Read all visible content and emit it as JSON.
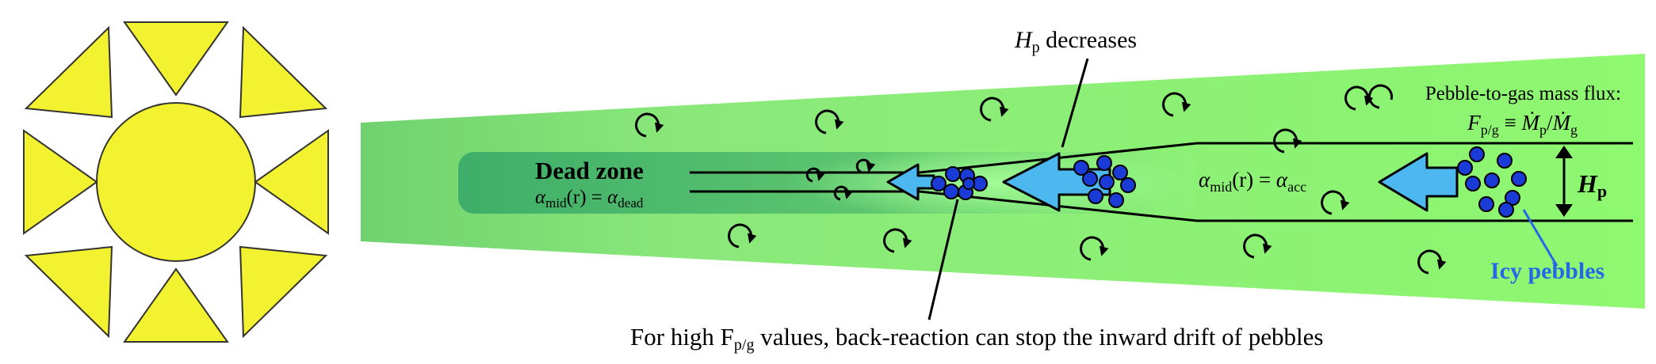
{
  "colors": {
    "sun": "#f2f230",
    "disk_light": "#8cf56d",
    "disk_dark": "#6dd46d",
    "dead_zone": "#3fae6a",
    "pebble": "#1a3bd6",
    "arrow": "#4db8f0",
    "label_blue": "#2468e8"
  },
  "labels": {
    "hp_decreases_main": "H",
    "hp_decreases_sub": "p",
    "hp_decreases_rest": " decreases",
    "flux_title": "Pebble-to-gas mass flux:",
    "flux_F": "F",
    "flux_F_sub": "p/g",
    "flux_equiv": " ≡ ",
    "flux_M1": "Ṁ",
    "flux_M1_sub": "p",
    "flux_slash": "/",
    "flux_M2": "Ṁ",
    "flux_M2_sub": "g",
    "dead_zone_title": "Dead zone",
    "dead_alpha": "α",
    "dead_alpha_sub": "mid",
    "dead_mid": "(r) = ",
    "dead_alpha2": "α",
    "dead_alpha2_sub": "dead",
    "acc_alpha": "α",
    "acc_alpha_sub": "mid",
    "acc_mid": "(r) = ",
    "acc_alpha2": "α",
    "acc_alpha2_sub": "acc",
    "hp_main": "H",
    "hp_sub": "p",
    "icy_pebbles": "Icy pebbles",
    "bottom_pre": "For high F",
    "bottom_sub": "p/g",
    "bottom_post": " values, back-reaction can stop the inward drift of pebbles"
  }
}
